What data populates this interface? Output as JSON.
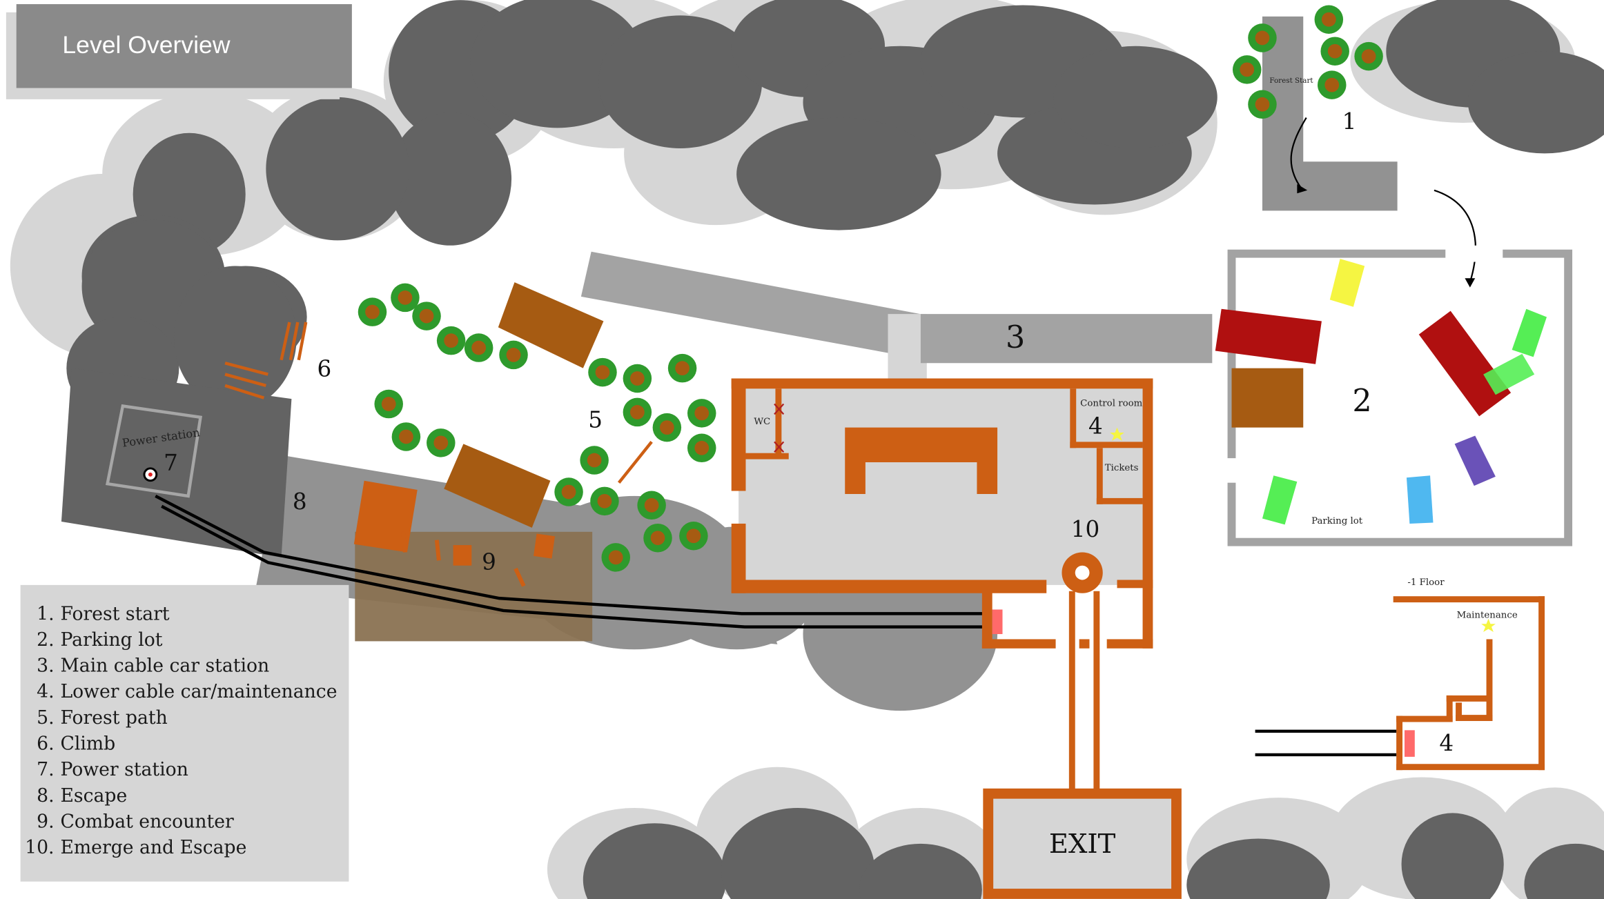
{
  "title": "Level Overview",
  "legend": [
    {
      "num": "1.",
      "label": "Forest start"
    },
    {
      "num": "2.",
      "label": "Parking lot"
    },
    {
      "num": "3.",
      "label": "Main cable car station"
    },
    {
      "num": "4.",
      "label": "Lower cable car/maintenance"
    },
    {
      "num": "5.",
      "label": "Forest path"
    },
    {
      "num": "6.",
      "label": "Climb"
    },
    {
      "num": "7.",
      "label": "Power station"
    },
    {
      "num": "8.",
      "label": "Escape"
    },
    {
      "num": "9.",
      "label": "Combat encounter"
    },
    {
      "num": "10.",
      "label": "Emerge and Escape"
    }
  ],
  "map_labels": {
    "forest_start": "Forest Start",
    "parking_lot": "Parking lot",
    "power_station": "Power station",
    "control_room": "Control room",
    "tickets": "Tickets",
    "wc": "WC",
    "floor_minus_1": "-1 Floor",
    "maintenance": "Maintenance",
    "exit": "EXIT"
  },
  "area_numbers": {
    "n1": "1",
    "n2": "2",
    "n3": "3",
    "n4": "4",
    "n4b": "4",
    "n5": "5",
    "n6": "6",
    "n7": "7",
    "n8": "8",
    "n9": "9",
    "n10": "10"
  },
  "colors": {
    "wall": "#cd5f14",
    "dark_gray": "#636363",
    "light_gray": "#d6d6d6",
    "tree_green": "#2e9a2c",
    "crate_brown": "#a65b12",
    "car_red": "#b01010",
    "car_yellow": "#f5f542",
    "car_green": "#55ee55",
    "car_blue": "#4fb8f0",
    "car_purple": "#6a52b8"
  }
}
